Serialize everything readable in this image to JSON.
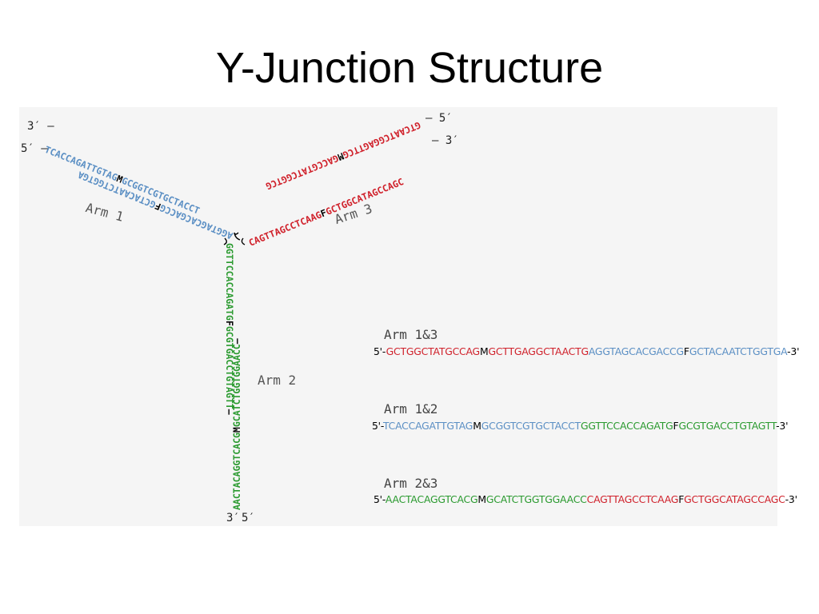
{
  "title": "Y-Junction Structure",
  "colors": {
    "arm1": "#5b8fc4",
    "arm2": "#2a9a2f",
    "arm3": "#d0212b",
    "modification": "#000000"
  },
  "diagram": {
    "arm_labels": {
      "arm1": "Arm 1",
      "arm2": "Arm 2",
      "arm3": "Arm 3"
    },
    "end_labels": {
      "arm1_top": "3′ –",
      "arm1_bottom": "5′ –",
      "arm3_top": "– 5′",
      "arm3_bottom": "– 3′",
      "arm2_left": "3′",
      "arm2_right": "5′"
    },
    "arm1_top_strand": [
      "AGGTAGCACGACCG",
      "F",
      "GCTACAATCTGGTGA"
    ],
    "arm1_bottom_strand": [
      "TCACCAGATTGTAG",
      "M",
      "GCGGTCGTGCTACCT"
    ],
    "arm3_top_strand": [
      "GTCAATCGGAGTTCG",
      "M",
      "GACCGTATCGGTCG"
    ],
    "arm3_bottom_strand": [
      "CAGTTAGCCTCAAG",
      "F",
      "GCTGGCATAGCCAGC"
    ],
    "arm2_left_strand": [
      "GGTTCCACCAGATG",
      "F",
      "GCGTGACCTGTAGTT",
      "–"
    ],
    "arm2_right_strand": [
      "AACTACAGGTCACG",
      "M",
      "GCATCTGGTGGAACC",
      "–"
    ]
  },
  "sequences": [
    {
      "label": "Arm 1&3",
      "prefix": "5'-",
      "parts": [
        {
          "text": "GCTGGCTATGCCAG",
          "color": "red"
        },
        {
          "text": "M",
          "color": "blk"
        },
        {
          "text": "GCTTGAGGCTAACTG",
          "color": "red"
        },
        {
          "text": "AGGTAGCACGACCG",
          "color": "blue"
        },
        {
          "text": "F",
          "color": "blk"
        },
        {
          "text": "GCTACAATCTGGTGA",
          "color": "blue"
        }
      ],
      "suffix": "-3'"
    },
    {
      "label": "Arm 1&2",
      "prefix": "5'-",
      "parts": [
        {
          "text": "TCACCAGATTGTAG",
          "color": "blue"
        },
        {
          "text": "M",
          "color": "blk"
        },
        {
          "text": "GCGGTCGTGCTACCT",
          "color": "blue"
        },
        {
          "text": "GGTTCCACCAGATG",
          "color": "green"
        },
        {
          "text": "F",
          "color": "blk"
        },
        {
          "text": "GCGTGACCTGTAGTT",
          "color": "green"
        }
      ],
      "suffix": "-3'"
    },
    {
      "label": "Arm 2&3",
      "prefix": "5'-",
      "parts": [
        {
          "text": "AACTACAGGTCACG",
          "color": "green"
        },
        {
          "text": "M",
          "color": "blk"
        },
        {
          "text": "GCATCTGGTGGAACC",
          "color": "green"
        },
        {
          "text": "CAGTTAGCCTCAAG",
          "color": "red"
        },
        {
          "text": "F",
          "color": "blk"
        },
        {
          "text": "GCTGGCATAGCCAGC",
          "color": "red"
        }
      ],
      "suffix": "-3'"
    }
  ]
}
